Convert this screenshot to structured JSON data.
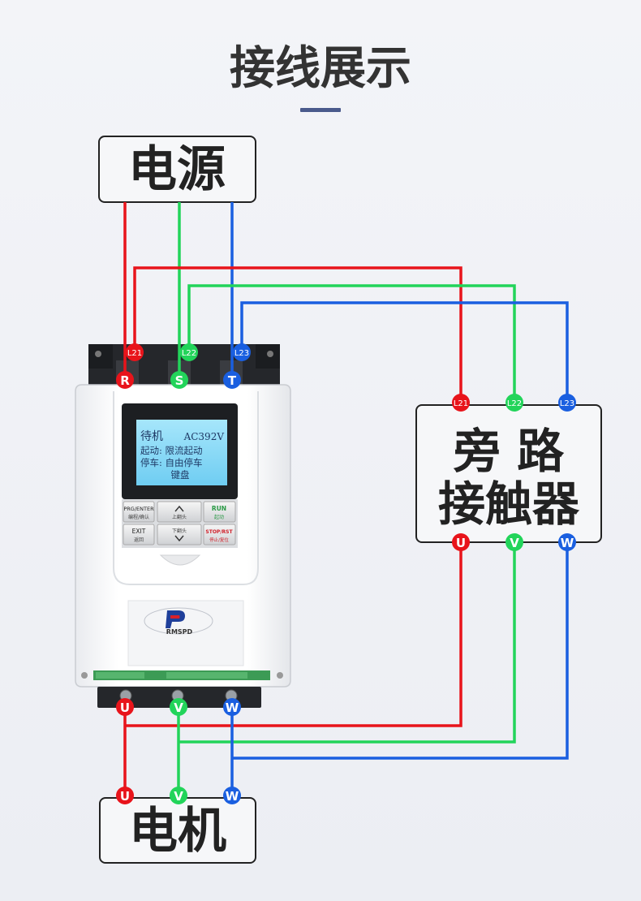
{
  "title": "接线展示",
  "boxes": {
    "power": "电源",
    "bypass_line1": "旁 路",
    "bypass_line2": "接触器",
    "motor": "电机"
  },
  "terminals": {
    "input": [
      "R",
      "S",
      "T"
    ],
    "bypass_top": [
      "L21",
      "L22",
      "L23"
    ],
    "output": [
      "U",
      "V",
      "W"
    ]
  },
  "device": {
    "lcd": {
      "status": "待机",
      "voltage": "AC392V",
      "start_line": "起动: 限流起动",
      "stop_line": "停车: 自由停车",
      "mode_line": "键盘"
    },
    "keys": {
      "prg_top": "PRG/ENTER",
      "prg_bottom": "编程/确认",
      "up": "上翻头",
      "run_top": "RUN",
      "run_bottom": "起动",
      "exit_top": "EXIT",
      "exit_bottom": "返回",
      "down": "下翻头",
      "stop_top": "STOP/RST",
      "stop_bottom": "停止/复位"
    },
    "brand": "RMSPD"
  },
  "colors": {
    "phase1": "#e8141b",
    "phase2": "#22d45a",
    "phase3": "#1a5fe0",
    "accent_bar": "#4a5a8c"
  }
}
